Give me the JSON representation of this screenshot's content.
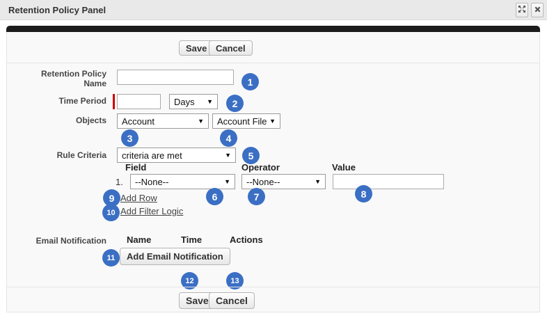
{
  "window": {
    "title": "Retention Policy Panel"
  },
  "icons": {
    "dropdown_arrow": "▼"
  },
  "colors": {
    "badge_blue": "#3b6fc4",
    "required_red": "#cc0000",
    "header_bar_black": "#1c1c1c",
    "titlebar_gray": "#e9e9e9"
  },
  "top_actions": {
    "save": "Save",
    "cancel": "Cancel"
  },
  "form": {
    "retention_policy_name": {
      "label": "Retention Policy Name",
      "value": "",
      "badge": "1"
    },
    "time_period": {
      "label": "Time Period",
      "value": "",
      "unit_selected": "Days",
      "badge": "2"
    },
    "objects": {
      "label": "Objects",
      "primary_selected": "Account",
      "primary_badge": "3",
      "secondary_selected": "Account File",
      "secondary_badge": "4"
    },
    "rule_criteria": {
      "label": "Rule Criteria",
      "selected": "criteria are met",
      "badge": "5",
      "columns": [
        "Field",
        "Operator",
        "Value"
      ],
      "rows": [
        {
          "index": "1.",
          "field": "--None--",
          "operator": "--None--",
          "value": "",
          "field_badge": "6",
          "operator_badge": "7",
          "value_badge": "8"
        }
      ],
      "add_row": {
        "label": "Add Row",
        "badge": "9"
      },
      "add_filter_logic": {
        "label": "Add Filter Logic",
        "badge": "10"
      }
    },
    "email_notification": {
      "label": "Email Notification",
      "columns": [
        "Name",
        "Time",
        "Actions"
      ],
      "add_button": "Add Email Notification",
      "badge": "11"
    }
  },
  "bottom_actions": {
    "save": "Save",
    "save_badge": "12",
    "cancel": "Cancel",
    "cancel_badge": "13"
  }
}
